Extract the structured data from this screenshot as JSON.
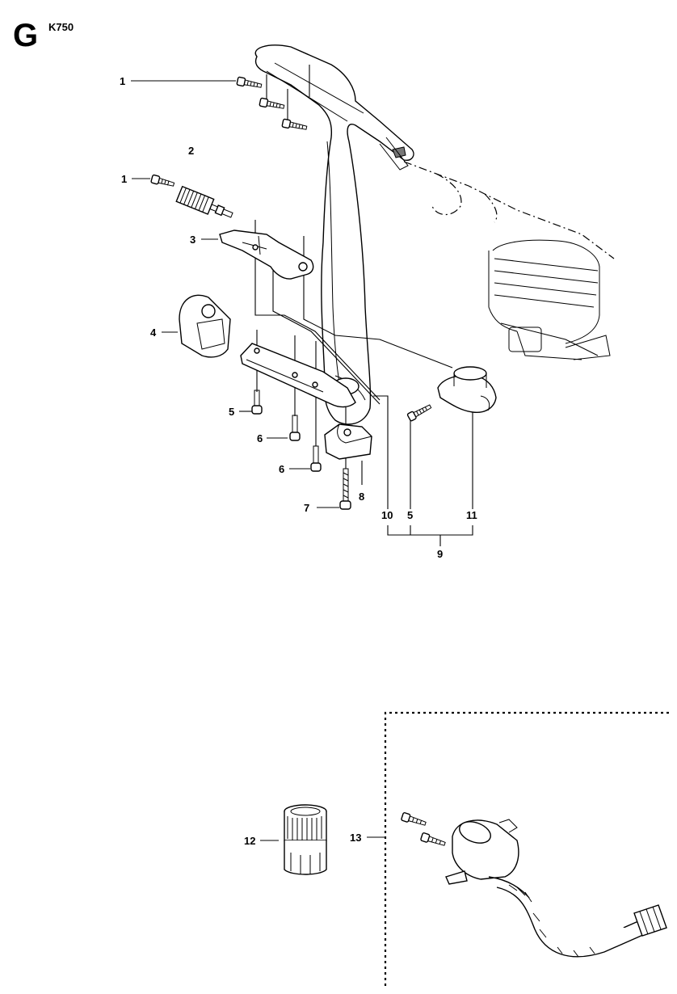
{
  "header": {
    "section_letter": "G",
    "model": "K750"
  },
  "callouts": {
    "c1a": "1",
    "c1b": "1",
    "c2": "2",
    "c3": "3",
    "c4": "4",
    "c5a": "5",
    "c6a": "6",
    "c6b": "6",
    "c7": "7",
    "c8": "8",
    "c10": "10",
    "c5b": "5",
    "c11": "11",
    "c9": "9",
    "c12": "12",
    "c13": "13"
  },
  "icons": {
    "screw": "screw-icon",
    "spring": "spring-icon",
    "handle": "handle-bar-icon",
    "hose": "water-hose-icon"
  }
}
